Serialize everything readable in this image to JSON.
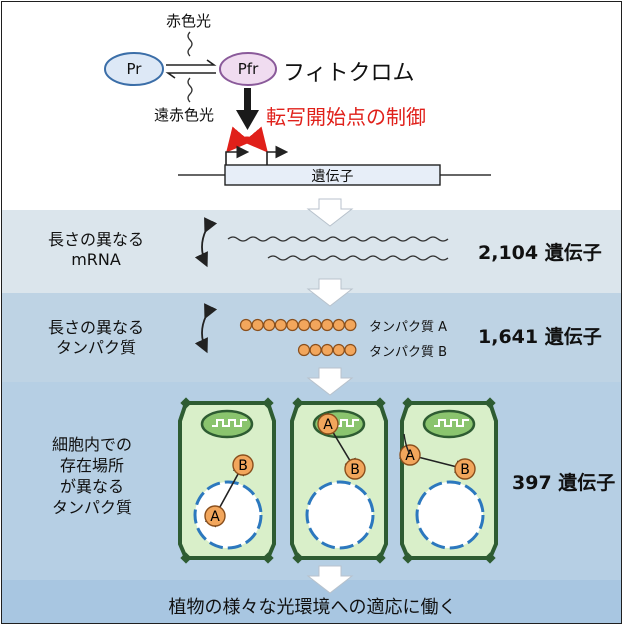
{
  "top": {
    "red_light": "赤色光",
    "far_red_light": "遠赤色光",
    "pr": "Pr",
    "pfr": "Pfr",
    "phytochrome": "フィトクロム",
    "tss_control": "転写開始点の制御",
    "gene": "遺伝子"
  },
  "rows": [
    {
      "label_lines": [
        "長さの異なる",
        "mRNA"
      ],
      "count": "2,104 遺伝子"
    },
    {
      "label_lines": [
        "長さの異なる",
        "タンパク質"
      ],
      "count": "1,641 遺伝子",
      "protein_a": "タンパク質 A",
      "protein_b": "タンパク質 B"
    },
    {
      "label_lines": [
        "細胞内での",
        "存在場所",
        "が異なる",
        "タンパク質"
      ],
      "count": "397 遺伝子"
    }
  ],
  "bottom": "植物の様々な光環境への適応に働く",
  "markers": {
    "a": "A",
    "b": "B"
  },
  "colors": {
    "band_mrna": "#dbe5ec",
    "band_protein": "#bed3e4",
    "band_location": "#b6cfe4",
    "band_bottom": "#a8c6e1",
    "pr_fill": "#dde8f6",
    "pfr_fill": "#f0dcf0",
    "red": "#e0201a",
    "bead": "#f2a65c",
    "cell_wall": "#2e5c32",
    "cell_fill": "#d9efc9",
    "nucleus_edge": "#2c78be",
    "chloroplast": "#8ac46e"
  }
}
